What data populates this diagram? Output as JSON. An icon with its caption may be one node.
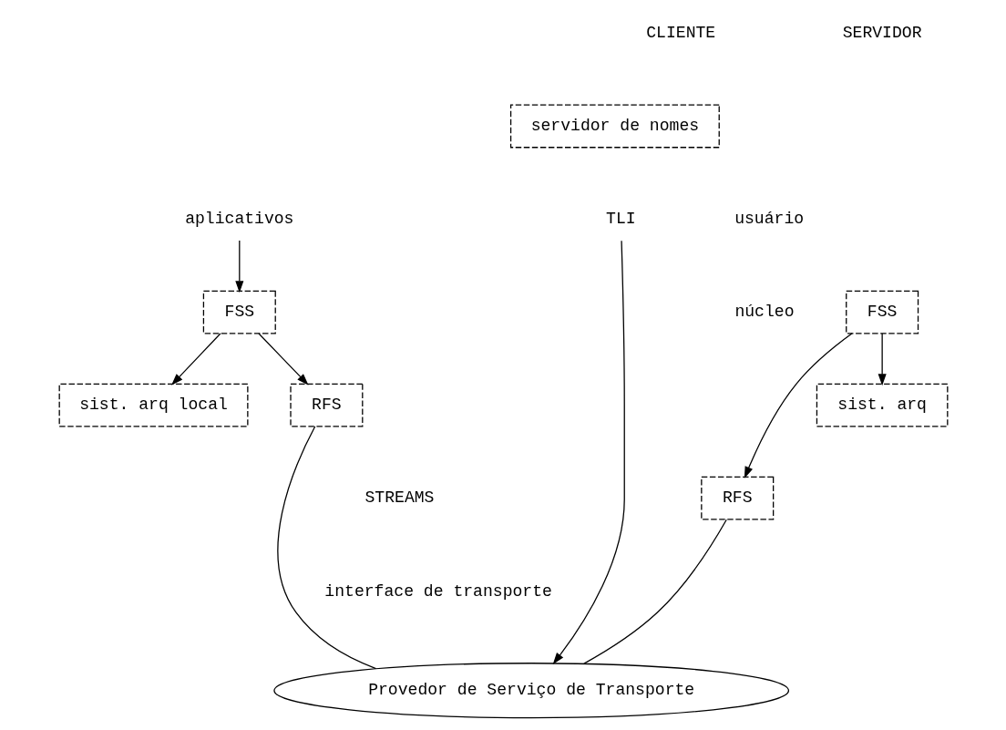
{
  "diagram": {
    "nodes": [
      {
        "text": [
          "aplicativos"
        ]
      },
      {
        "text": [
          "servidor de nomes"
        ]
      },
      {
        "text": [
          "TLI"
        ]
      },
      {
        "text": [
          "FSS"
        ]
      },
      {
        "text": [
          "sist. arq local"
        ]
      },
      {
        "text": [
          "RFS"
        ]
      },
      {
        "text": [
          "Provedor de Serviço de Transporte"
        ]
      },
      {
        "text": [
          "FSS"
        ]
      },
      {
        "text": [
          "RFS"
        ]
      },
      {
        "text": [
          "sist. arq"
        ]
      }
    ],
    "edges": [
      {
        "from": 0,
        "to": 3,
        "arrow": "to"
      },
      {
        "from": 2,
        "to": 6,
        "arrow": "to"
      },
      {
        "from": 3,
        "to": 4,
        "arrow": "to"
      },
      {
        "from": 3,
        "to": 5,
        "arrow": "to"
      },
      {
        "from": 5,
        "to": 6,
        "arrow": "none"
      },
      {
        "from": 7,
        "to": 8,
        "arrow": "to"
      },
      {
        "from": 7,
        "to": 9,
        "arrow": "to"
      },
      {
        "from": 8,
        "to": 6,
        "arrow": "none"
      }
    ],
    "labels": [
      "CLIENTE",
      "SERVIDOR",
      "usuário",
      "núcleo",
      "STREAMS",
      "interface de transporte"
    ]
  }
}
